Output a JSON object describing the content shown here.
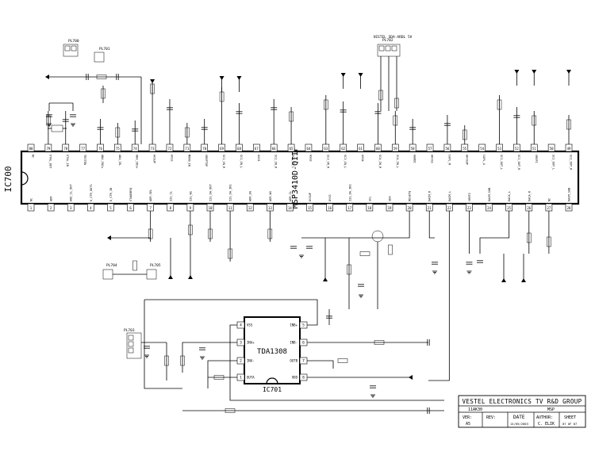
{
  "ic700": {
    "ref": "IC700",
    "part": "MSP3410D-QIIF",
    "top_pins": [
      {
        "n": "80",
        "name": "NC"
      },
      {
        "n": "79",
        "name": "XTAL_OUT"
      },
      {
        "n": "78",
        "name": "XTAL_IN"
      },
      {
        "n": "77",
        "name": "TESTEN"
      },
      {
        "n": "76",
        "name": "ANA_IN2+"
      },
      {
        "n": "75",
        "name": "ANA_IN-"
      },
      {
        "n": "74",
        "name": "ANA_IN1+"
      },
      {
        "n": "73",
        "name": "AVSUP"
      },
      {
        "n": "72",
        "name": "AVSS"
      },
      {
        "n": "71",
        "name": "MONO_IN"
      },
      {
        "n": "70",
        "name": "VREFTOP"
      },
      {
        "n": "69",
        "name": "SC1_IN_R"
      },
      {
        "n": "68",
        "name": "SC1_IN_L"
      },
      {
        "n": "67",
        "name": "ASG1"
      },
      {
        "n": "66",
        "name": "SC2_IN_R"
      },
      {
        "n": "65",
        "name": "SC2_IN_L"
      },
      {
        "n": "64",
        "name": "ASG2"
      },
      {
        "n": "63",
        "name": "SC3_IN_R"
      },
      {
        "n": "62",
        "name": "SC3_IN_L"
      },
      {
        "n": "61",
        "name": "ASG4"
      },
      {
        "n": "60",
        "name": "SC4_IN_R"
      },
      {
        "n": "59",
        "name": "SC4_IN_L"
      },
      {
        "n": "58",
        "name": "AGNDC"
      },
      {
        "n": "57",
        "name": "AHVSS"
      },
      {
        "n": "56",
        "name": "CAPL_M"
      },
      {
        "n": "55",
        "name": "AHVSUP"
      },
      {
        "n": "54",
        "name": "CAPL_A"
      },
      {
        "n": "53",
        "name": "SC1_OUT_L"
      },
      {
        "n": "52",
        "name": "SC1_OUT_R"
      },
      {
        "n": "51",
        "name": "VREF1"
      },
      {
        "n": "50",
        "name": "SC2_OUT_L"
      },
      {
        "n": "49",
        "name": "SC2_OUT_R"
      }
    ],
    "bottom_pins": [
      {
        "n": "1",
        "name": "NC"
      },
      {
        "n": "2",
        "name": "ADR"
      },
      {
        "n": "3",
        "name": "AUD_CL_OUT"
      },
      {
        "n": "4",
        "name": "D_CTR_OUT1"
      },
      {
        "n": "5",
        "name": "D_CTR_IN"
      },
      {
        "n": "6",
        "name": "STANDBYQ"
      },
      {
        "n": "7",
        "name": "ADR_SEL"
      },
      {
        "n": "8",
        "name": "I2S_CL"
      },
      {
        "n": "9",
        "name": "I2S_WS"
      },
      {
        "n": "10",
        "name": "I2S_DA_OUT"
      },
      {
        "n": "11",
        "name": "I2S_DA_IN1"
      },
      {
        "n": "12",
        "name": "ADR_DA"
      },
      {
        "n": "13",
        "name": "ADR_WS"
      },
      {
        "n": "14",
        "name": "ADR_CL"
      },
      {
        "n": "15",
        "name": "DVSUP"
      },
      {
        "n": "16",
        "name": "DVSS"
      },
      {
        "n": "17",
        "name": "I2S_DA_IN2"
      },
      {
        "n": "18",
        "name": "SCL"
      },
      {
        "n": "19",
        "name": "SDA"
      },
      {
        "n": "20",
        "name": "RESETQ"
      },
      {
        "n": "21",
        "name": "DACM_R"
      },
      {
        "n": "22",
        "name": "DACM_L"
      },
      {
        "n": "23",
        "name": "VREF2"
      },
      {
        "n": "24",
        "name": "DACM_SUB"
      },
      {
        "n": "25",
        "name": "DACA_L"
      },
      {
        "n": "26",
        "name": "DACA_R"
      },
      {
        "n": "27",
        "name": "NC"
      },
      {
        "n": "28",
        "name": "DACM_SUB"
      }
    ]
  },
  "ic701": {
    "ref": "IC701",
    "part": "TDA1308",
    "left_pins": [
      {
        "n": "4",
        "name": "VSS"
      },
      {
        "n": "3",
        "name": "INA+"
      },
      {
        "n": "2",
        "name": "INA-"
      },
      {
        "n": "1",
        "name": "OUTA"
      }
    ],
    "right_pins": [
      {
        "n": "5",
        "name": "INB+"
      },
      {
        "n": "6",
        "name": "INB-"
      },
      {
        "n": "7",
        "name": "OUTB"
      },
      {
        "n": "8",
        "name": "VDD"
      }
    ]
  },
  "connectors": [
    "PL700",
    "PL701",
    "PL702",
    "PL703",
    "PL704",
    "PL705"
  ],
  "header_note": "VESTEL SDA-ARDL 5V",
  "title_block": {
    "company": "VESTEL ELECTRONICS TV R&D GROUP",
    "project": "11AK30",
    "sheet_title": "MSP",
    "ver_label": "VER:",
    "ver": "A5",
    "rev_label": "REV:",
    "rev": "",
    "date_label": "DATE",
    "date": "14/05/2003",
    "author_label": "AUTHOR:",
    "author": "C. ELIK",
    "sheet_label": "SHEET",
    "sheet": "07 OF 07"
  },
  "colors": {
    "line": "#000000",
    "background": "#ffffff"
  }
}
